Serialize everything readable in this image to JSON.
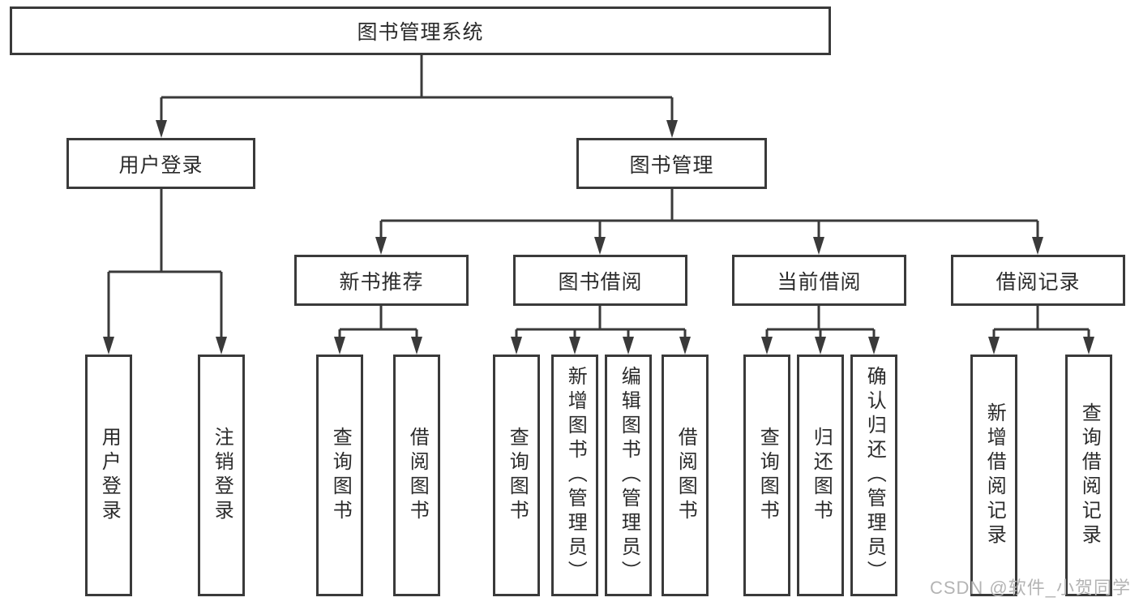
{
  "diagram": {
    "type": "hierarchy-tree",
    "line_color": "#3a3a3a",
    "text_color": "#2b2b2b",
    "root": {
      "label": "图书管理系统"
    },
    "level2": [
      {
        "label": "用户登录"
      },
      {
        "label": "图书管理"
      }
    ],
    "level3": [
      {
        "label": "新书推荐",
        "parent": "图书管理"
      },
      {
        "label": "图书借阅",
        "parent": "图书管理"
      },
      {
        "label": "当前借阅",
        "parent": "图书管理"
      },
      {
        "label": "借阅记录",
        "parent": "图书管理"
      }
    ],
    "leaves": [
      {
        "label": "用户登录",
        "parent": "用户登录"
      },
      {
        "label": "注销登录",
        "parent": "用户登录"
      },
      {
        "label": "查询图书",
        "parent": "新书推荐"
      },
      {
        "label": "借阅图书",
        "parent": "新书推荐"
      },
      {
        "label": "查询图书",
        "parent": "图书借阅"
      },
      {
        "label": "新增图书（管理员）",
        "parent": "图书借阅"
      },
      {
        "label": "编辑图书（管理员）",
        "parent": "图书借阅"
      },
      {
        "label": "借阅图书",
        "parent": "图书借阅"
      },
      {
        "label": "查询图书",
        "parent": "当前借阅"
      },
      {
        "label": "归还图书",
        "parent": "当前借阅"
      },
      {
        "label": "确认归还（管理员）",
        "parent": "当前借阅"
      },
      {
        "label": "新增借阅记录",
        "parent": "借阅记录"
      },
      {
        "label": "查询借阅记录",
        "parent": "借阅记录"
      }
    ]
  },
  "watermark": {
    "text": "CSDN @软件_小贺同学",
    "color": "#b4b4b4"
  }
}
